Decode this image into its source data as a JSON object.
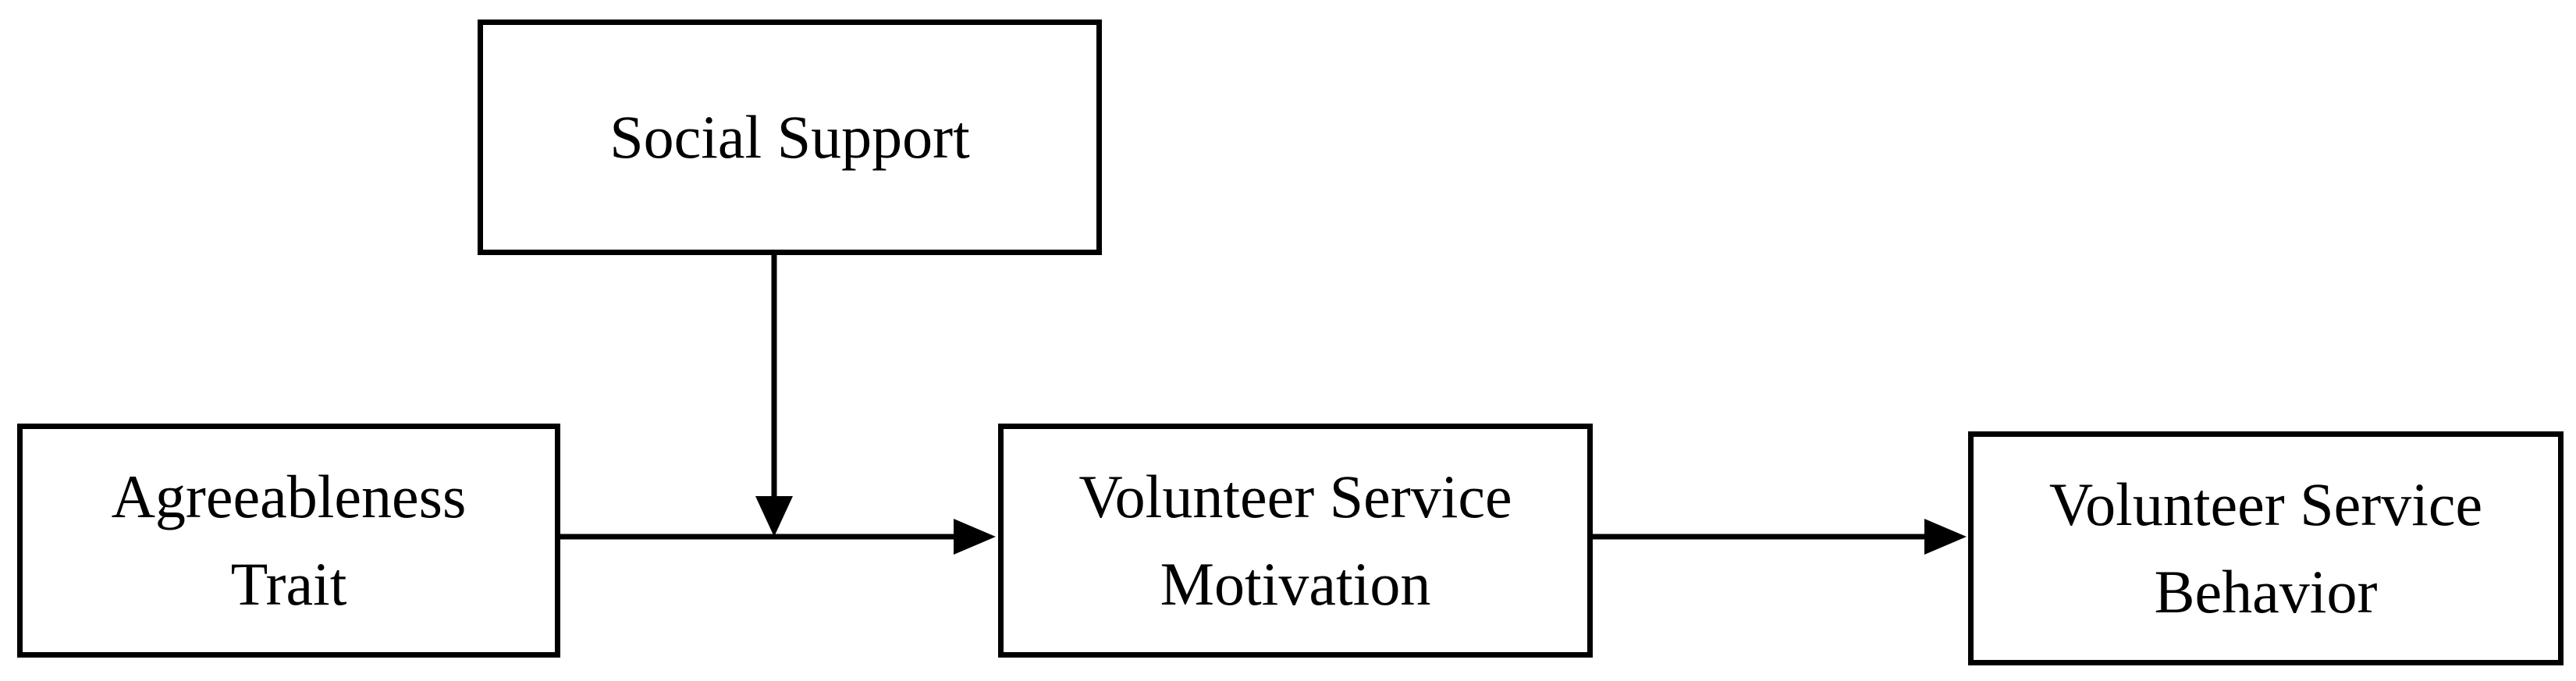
{
  "diagram": {
    "nodes": {
      "social_support": {
        "lines": [
          "Social Support"
        ]
      },
      "agreeableness": {
        "lines": [
          "Agreeableness",
          "Trait"
        ]
      },
      "motivation": {
        "lines": [
          "Volunteer Service",
          "Motivation"
        ]
      },
      "behavior": {
        "lines": [
          "Volunteer Service",
          "Behavior"
        ]
      }
    },
    "edges": [
      {
        "from": "agreeableness",
        "to": "motivation",
        "kind": "direct"
      },
      {
        "from": "social_support",
        "to": "agreeableness->motivation",
        "kind": "moderation"
      },
      {
        "from": "motivation",
        "to": "behavior",
        "kind": "direct"
      }
    ],
    "colors": {
      "stroke": "#000000",
      "fill": "#ffffff"
    }
  }
}
